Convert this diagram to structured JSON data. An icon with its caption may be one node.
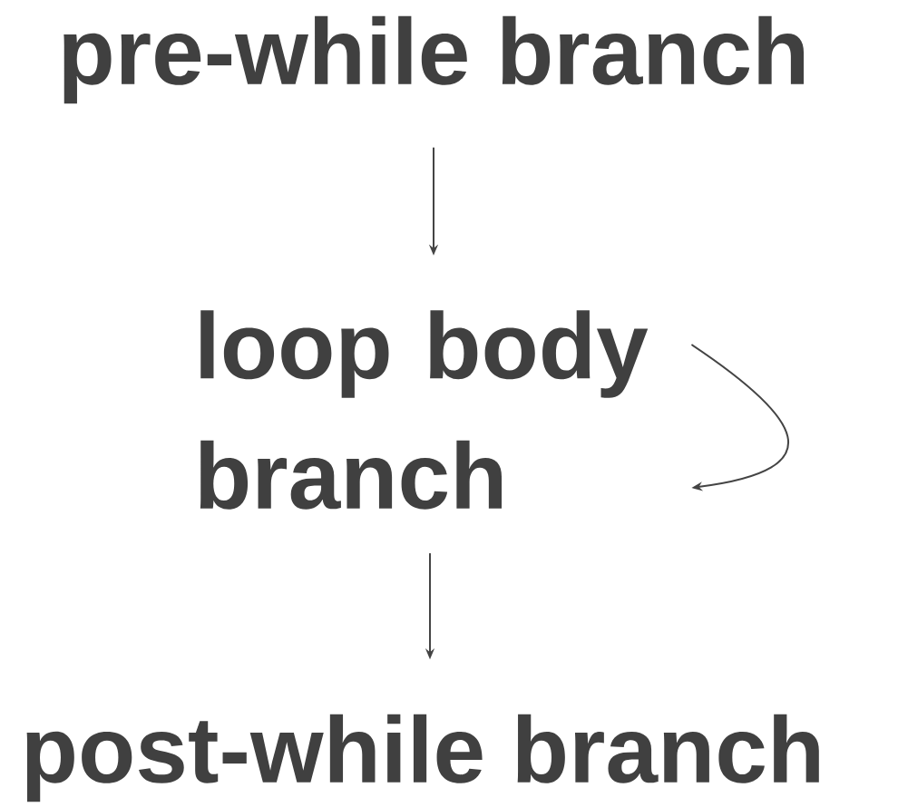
{
  "diagram": {
    "nodes": [
      {
        "text": [
          "pre-while branch"
        ]
      },
      {
        "text": [
          "loop body branch"
        ]
      },
      {
        "text": [
          "post-while branch"
        ]
      }
    ],
    "edges": [
      {
        "from": 0,
        "to": 1,
        "arrow": "to"
      },
      {
        "from": 1,
        "to": 1,
        "arrow": "to"
      },
      {
        "from": 1,
        "to": 2,
        "arrow": "to"
      }
    ]
  }
}
